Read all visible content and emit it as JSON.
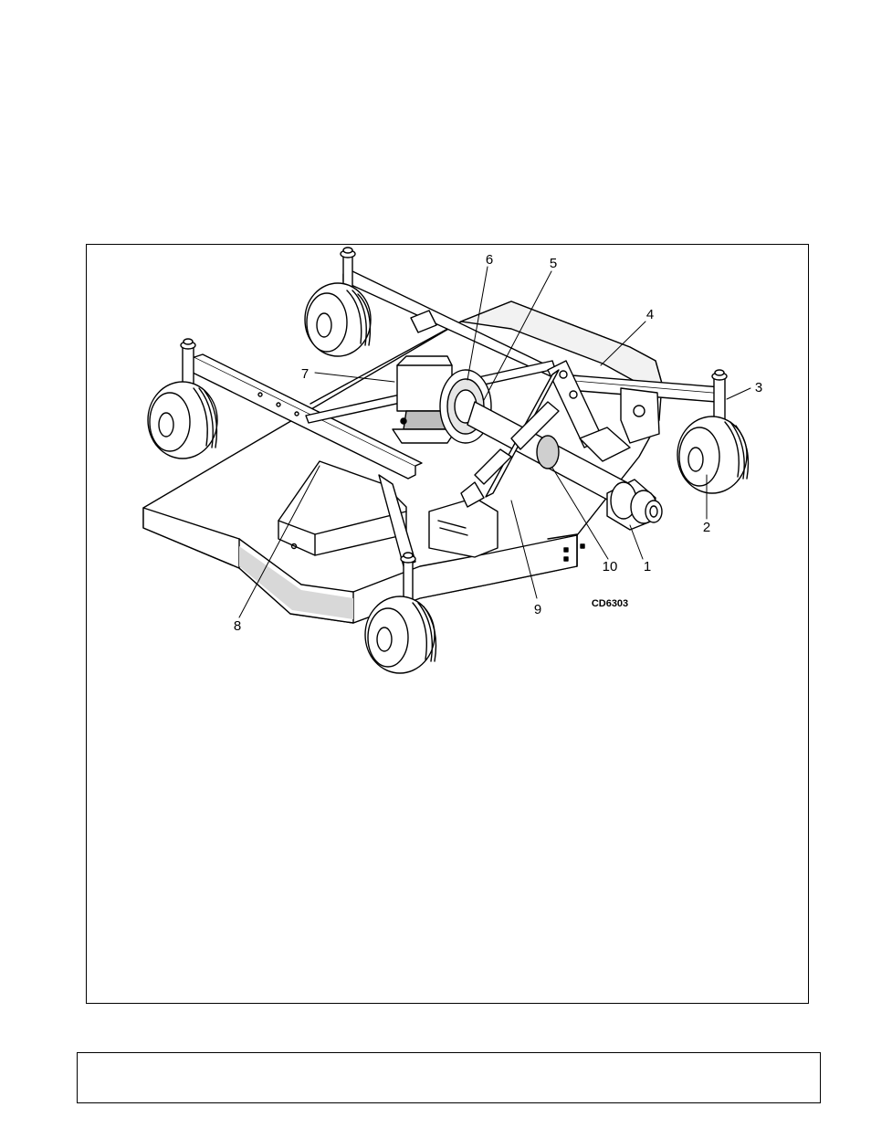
{
  "figure": {
    "code": "CD6303",
    "callouts": [
      "1",
      "2",
      "3",
      "4",
      "5",
      "6",
      "7",
      "8",
      "9",
      "10"
    ]
  },
  "bottom_box": {
    "text": ""
  }
}
